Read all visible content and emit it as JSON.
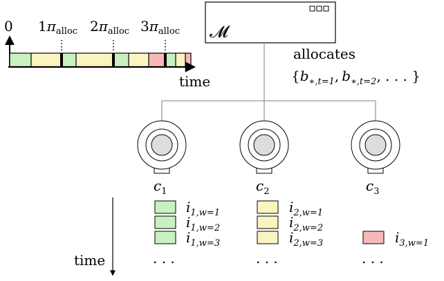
{
  "timeline": {
    "origin_label": "0",
    "tick_labels": [
      {
        "coef": "1",
        "sym": "π",
        "sub": "alloc"
      },
      {
        "coef": "2",
        "sym": "π",
        "sub": "alloc"
      },
      {
        "coef": "3",
        "sym": "π",
        "sub": "alloc"
      }
    ],
    "axis_label": "time",
    "segments": [
      {
        "state": "green"
      },
      {
        "state": "yellow"
      },
      {
        "state": "green"
      },
      {
        "state": "yellow"
      },
      {
        "state": "green"
      },
      {
        "state": "yellow"
      },
      {
        "state": "red"
      },
      {
        "state": "green"
      },
      {
        "state": "yellow"
      },
      {
        "state": "red"
      }
    ]
  },
  "model": {
    "label": "𝓜",
    "indicator": "three-small-squares-icon"
  },
  "allocates": {
    "title": "allocates",
    "set_open": "{",
    "b1_base": "b",
    "b1_sub": "∗,t=1",
    "comma1": ",",
    "b2_base": "b",
    "b2_sub": "∗,t=2",
    "tail": ", . . . }"
  },
  "cameras": [
    {
      "base": "c",
      "sub": "1"
    },
    {
      "base": "c",
      "sub": "2"
    },
    {
      "base": "c",
      "sub": "3"
    }
  ],
  "queues": [
    {
      "items": [
        {
          "base": "i",
          "sub": "1,w=1",
          "color": "#c8f0c0"
        },
        {
          "base": "i",
          "sub": "1,w=2",
          "color": "#c8f0c0"
        },
        {
          "base": "i",
          "sub": "1,w=3",
          "color": "#c8f0c0"
        }
      ],
      "ellipsis": ". . ."
    },
    {
      "items": [
        {
          "base": "i",
          "sub": "2,w=1",
          "color": "#fbf3c0"
        },
        {
          "base": "i",
          "sub": "2,w=2",
          "color": "#fbf3c0"
        },
        {
          "base": "i",
          "sub": "2,w=3",
          "color": "#fbf3c0"
        }
      ],
      "ellipsis": ". . ."
    },
    {
      "items": [
        {
          "base": "i",
          "sub": "3,w=1",
          "color": "#f7b8b8"
        }
      ],
      "ellipsis": ". . ."
    }
  ],
  "time_arrow_label": "time",
  "colors": {
    "green": "#c8f0c0",
    "yellow": "#fbf3c0",
    "red": "#f7b8b8",
    "lens": "#dddddd",
    "wire": "#999999"
  }
}
